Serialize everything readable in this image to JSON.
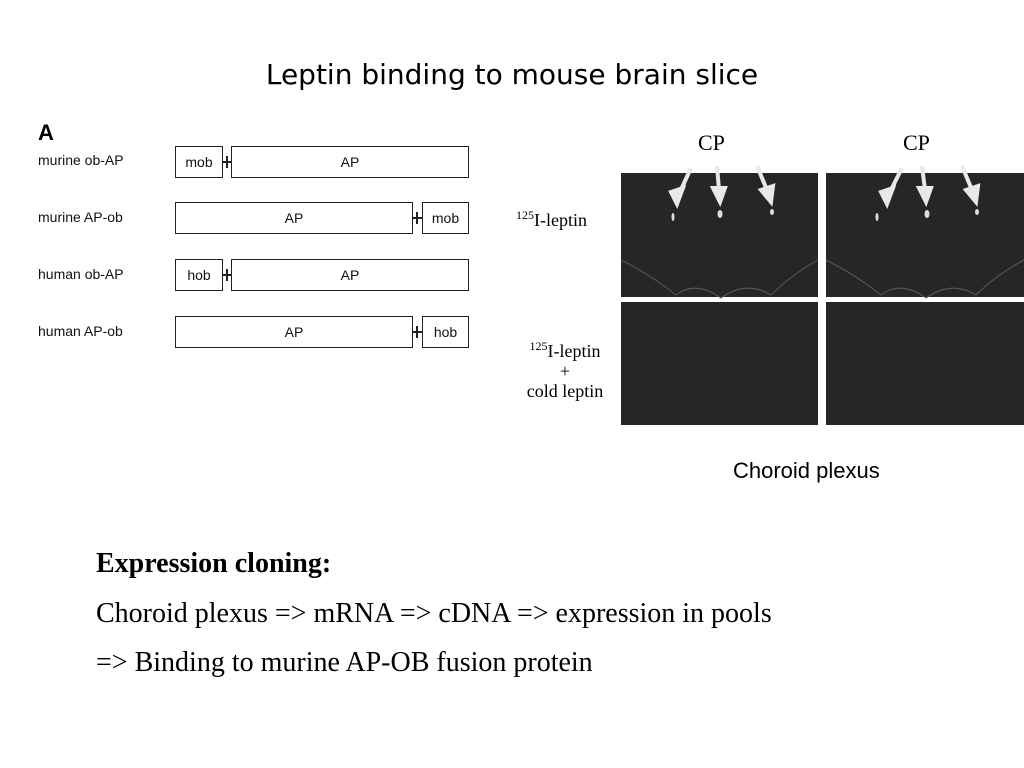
{
  "title": "Leptin binding to mouse brain slice",
  "panel_letter": "A",
  "constructs": [
    {
      "label": "murine ob-AP",
      "boxes": [
        "mob",
        "AP"
      ]
    },
    {
      "label": "murine AP-ob",
      "boxes": [
        "AP",
        "mob"
      ]
    },
    {
      "label": "human ob-AP",
      "boxes": [
        "hob",
        "AP"
      ]
    },
    {
      "label": "human AP-ob",
      "boxes": [
        "AP",
        "hob"
      ]
    }
  ],
  "figure": {
    "cp_left": "CP",
    "cp_right": "CP",
    "row1_sup": "125",
    "row1_label": "I-leptin",
    "row2_sup": "125",
    "row2_label": "I-leptin",
    "row2_plus": "+",
    "row2_cold": "cold leptin"
  },
  "caption": "Choroid plexus",
  "body": {
    "heading": "Expression cloning:",
    "line1": "Choroid plexus => mRNA => cDNA => expression in pools",
    "line2": "=> Binding to murine AP-OB fusion protein"
  }
}
